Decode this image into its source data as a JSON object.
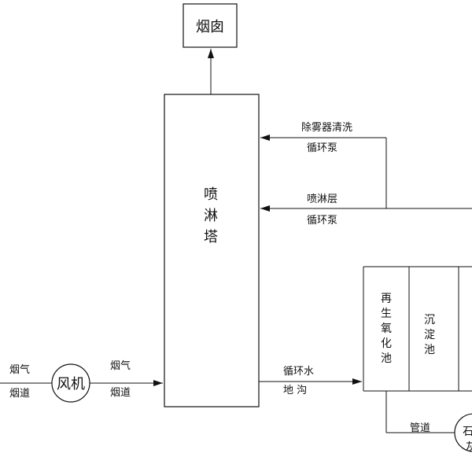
{
  "chimney": {
    "label": "烟囱"
  },
  "tower": {
    "chars": [
      "喷",
      "淋",
      "塔"
    ]
  },
  "demister_pump": {
    "line1": "除雾器清洗",
    "line2": "循环泵"
  },
  "spray_pump": {
    "line1": "喷淋层",
    "line2": "循环泵"
  },
  "inlet": {
    "line1": "烟气",
    "line2": "烟道"
  },
  "fan": {
    "label": "风机"
  },
  "flue_to_tower": {
    "line1": "烟气",
    "line2": "烟道"
  },
  "drain": {
    "line1": "循环水",
    "line2": "地 沟"
  },
  "regen_tank": {
    "chars": [
      "再",
      "生",
      "氧",
      "化",
      "池"
    ]
  },
  "settling_tank": {
    "chars": [
      "沉",
      "淀",
      "池"
    ]
  },
  "pipe": {
    "label": "管道"
  },
  "partial_tank": {
    "chars": [
      "石",
      "灰"
    ]
  }
}
